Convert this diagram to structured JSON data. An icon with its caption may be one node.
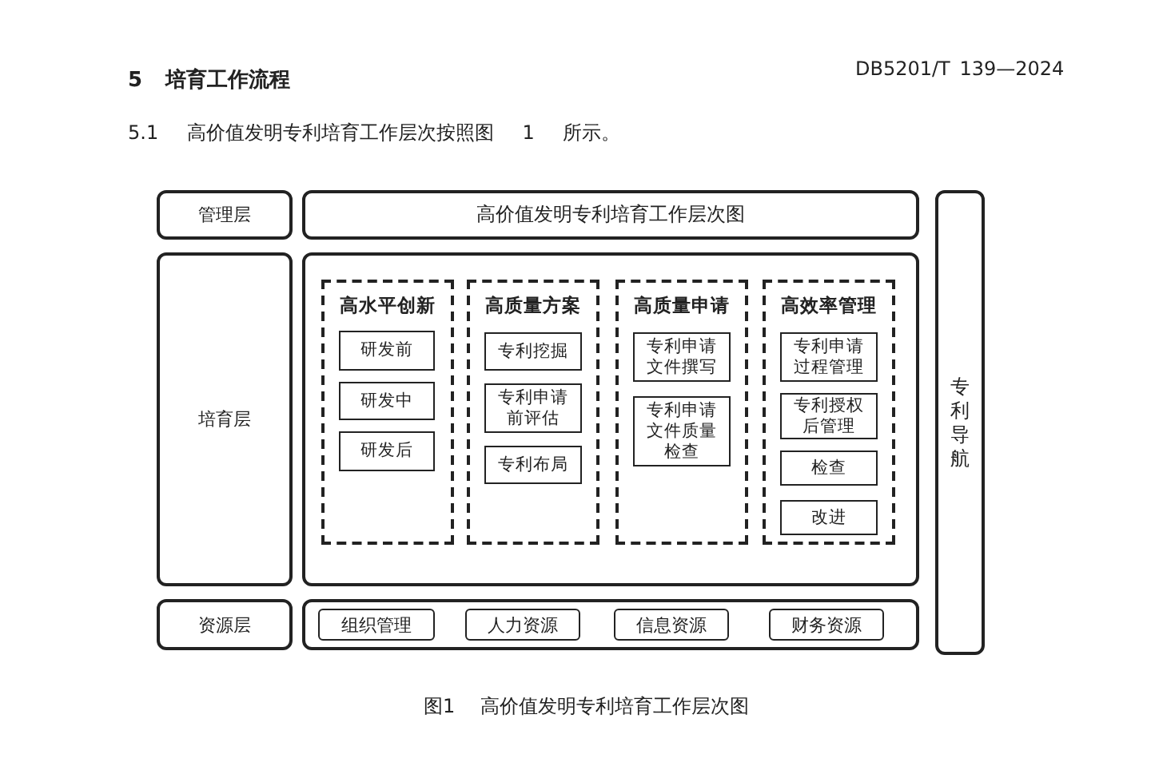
{
  "diagram": {
    "caption": "图1 高价值发明专利培育工作层次图",
    "nodes": [
      {
        "text": [
          "管理层"
        ]
      },
      {
        "text": [
          "高价值发明专利培育工作层次图"
        ]
      },
      {
        "text": [
          "专利导航"
        ]
      },
      {
        "text": [
          "培育层"
        ]
      },
      {
        "text": [],
        "shape": "box"
      },
      {
        "text": [
          "高水平创新"
        ],
        "in": 4
      },
      {
        "text": [
          "研发前"
        ],
        "in": 5
      },
      {
        "text": [
          "研发中"
        ],
        "in": 5
      },
      {
        "text": [
          "研发后"
        ],
        "in": 5
      },
      {
        "text": [
          "高质量方案"
        ],
        "in": 4
      },
      {
        "text": [
          "专利挖掘"
        ],
        "in": 9
      },
      {
        "text": [
          "专利申请前评估"
        ],
        "in": 9
      },
      {
        "text": [
          "专利布局"
        ],
        "in": 9
      },
      {
        "text": [
          "高质量申请"
        ],
        "in": 4
      },
      {
        "text": [
          "专利申请文件撰写"
        ],
        "in": 13
      },
      {
        "text": [
          "专利申请文件质量检查"
        ],
        "in": 13
      },
      {
        "text": [
          "高效率管理"
        ],
        "in": 4
      },
      {
        "text": [
          "专利申请过程管理"
        ],
        "in": 16
      },
      {
        "text": [
          "专利授权后管理"
        ],
        "in": 16
      },
      {
        "text": [
          "检查"
        ],
        "in": 16
      },
      {
        "text": [
          "改进"
        ],
        "in": 16
      },
      {
        "text": [
          "资源层"
        ]
      },
      {
        "text": [],
        "shape": "box"
      },
      {
        "text": [
          "组织管理"
        ],
        "in": 22
      },
      {
        "text": [
          "人力资源"
        ],
        "in": 22
      },
      {
        "text": [
          "信息资源"
        ],
        "in": 22
      },
      {
        "text": [
          "财务资源"
        ],
        "in": 22
      }
    ],
    "edges": [],
    "labels": [
      "DB5201/T 139—2024",
      "5 培育工作流程",
      "5.1 高价值发明专利培育工作层次按照图 1 所示。"
    ]
  }
}
